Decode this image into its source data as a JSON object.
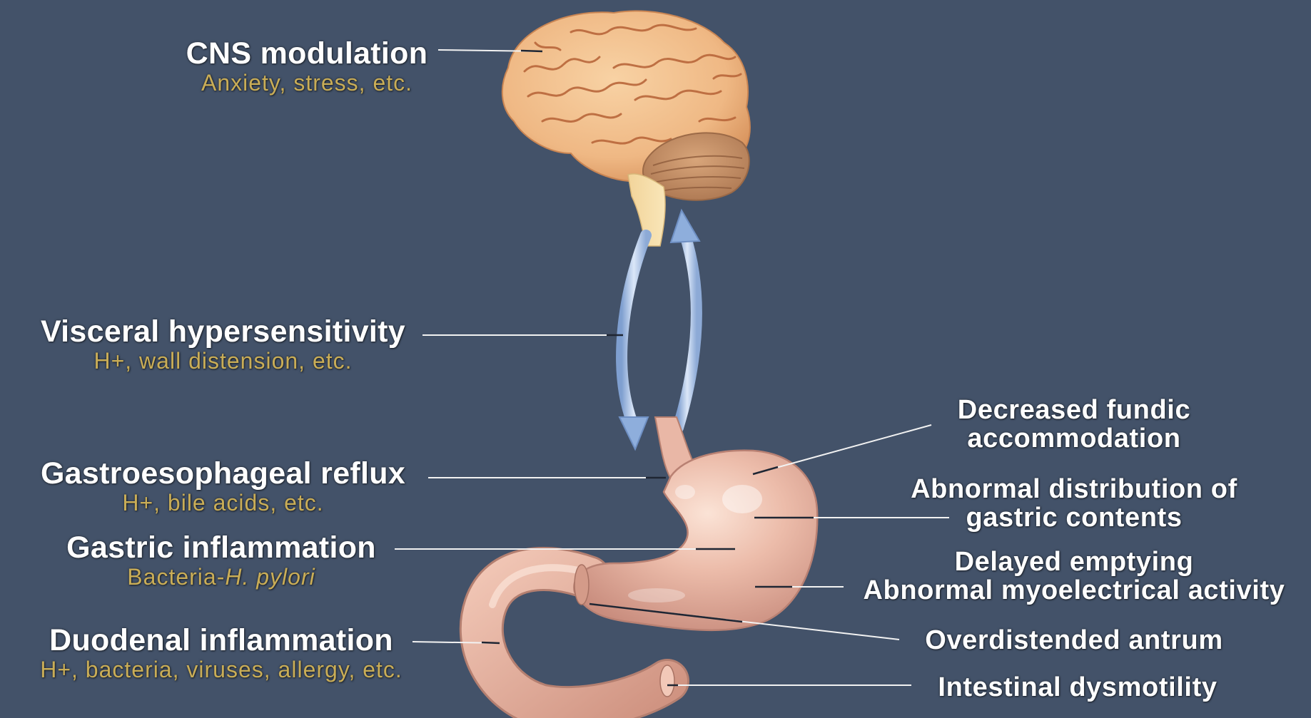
{
  "left_labels": {
    "cns": {
      "title": "CNS modulation",
      "subtitle": "Anxiety, stress, etc."
    },
    "visceral": {
      "title": "Visceral hypersensitivity",
      "subtitle": "H+, wall distension, etc."
    },
    "reflux": {
      "title": "Gastroesophageal reflux",
      "subtitle": "H+, bile acids, etc."
    },
    "gastric": {
      "title": "Gastric inflammation",
      "subtitle_plain": "Bacteria-",
      "subtitle_italic": "H. pylori"
    },
    "duodenal": {
      "title": "Duodenal inflammation",
      "subtitle": "H+, bacteria, viruses, allergy, etc."
    }
  },
  "right_labels": {
    "fundic": {
      "line1": "Decreased fundic",
      "line2": "accommodation"
    },
    "distribution": {
      "line1": "Abnormal distribution of",
      "line2": "gastric contents"
    },
    "emptying": {
      "line1": "Delayed emptying",
      "line2": "Abnormal myoelectrical activity"
    },
    "antrum": {
      "text": "Overdistended antrum"
    },
    "intestinal": {
      "text": "Intestinal dysmotility"
    }
  },
  "colors": {
    "background": "#435269",
    "title_text": "#ffffff",
    "subtitle_text": "#c9ad57",
    "brain": "#f0b982",
    "stomach": "#e8b3a2",
    "arrows": "#a9c4ea"
  },
  "icons": [
    "brain-illustration",
    "stomach-illustration",
    "bidirectional-arrows"
  ]
}
